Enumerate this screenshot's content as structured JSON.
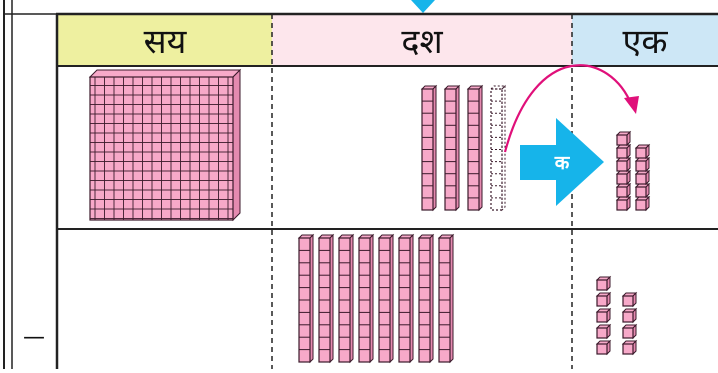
{
  "headers": {
    "hundreds": "सय",
    "tens": "दश",
    "ones": "एक"
  },
  "regroup_arrow_label": "क",
  "minus_sign": "—",
  "colors": {
    "hundreds_header": "#eef0a0",
    "tens_header": "#fde6ec",
    "ones_header": "#cde7f6",
    "block_fill": "#f7a9c9",
    "block_stroke": "#3b1a2b",
    "grid_line": "#222222",
    "blue_arrow": "#16b4ea",
    "pink_arrow": "#e0107a"
  },
  "row1": {
    "hundreds_flats": 1,
    "tens_rods": 3,
    "tens_rods_dashed": 1,
    "ones_cubes": 11
  },
  "row2": {
    "hundreds_flats": 0,
    "tens_rods": 8,
    "ones_cubes": 9
  }
}
